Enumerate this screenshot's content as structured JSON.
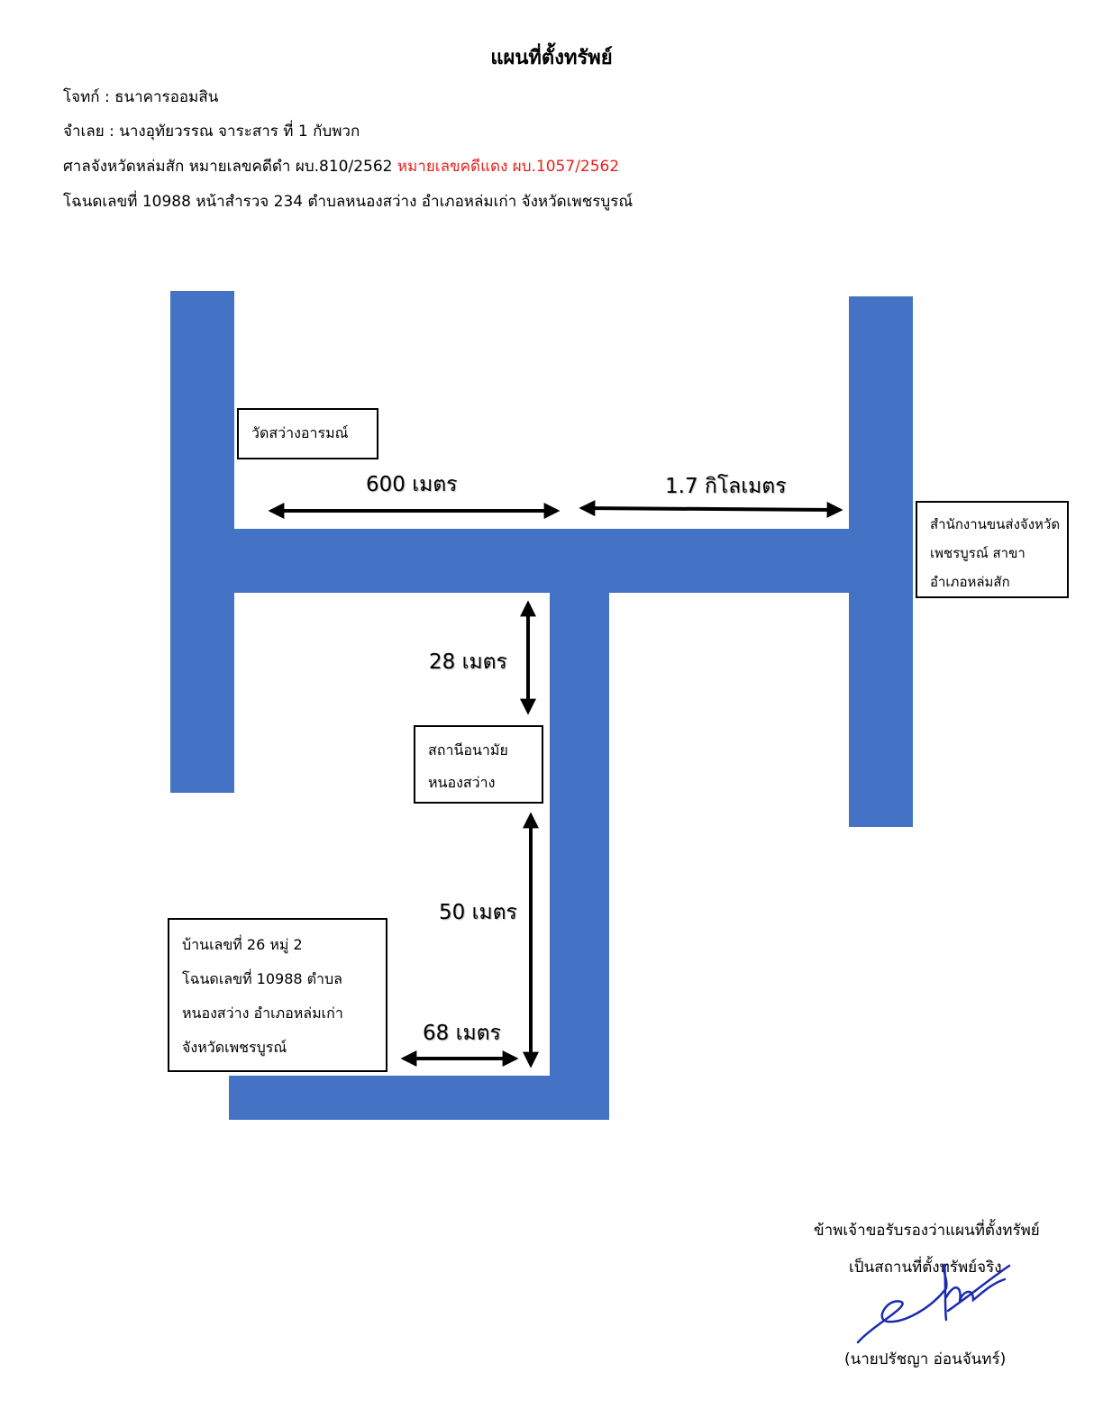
{
  "title": "แผนที่ตั้งทรัพย์",
  "header": {
    "plaintiff": "โจทก์ : ธนาคารออมสิน",
    "defendant": "จำเลย : นางอุทัยวรรณ จาระสาร ที่ 1 กับพวก",
    "court": "ศาลจังหวัดหล่มสัก  หมายเลขคดีดำ ผบ.810/2562",
    "red_case": "หมายเลขคดีแดง ผบ.1057/2562",
    "deed": "โฉนดเลขที่ 10988  หน้าสำรวจ 234 ตำบลหนองสว่าง อำเภอหล่มเก่า จังหวัดเพชรบูรณ์"
  },
  "map": {
    "road_color": "#4472c4",
    "labels": {
      "temple": "วัดสว่างอารมณ์",
      "transport_office": [
        "สำนักงานขนส่งจังหวัด",
        "เพชรบูรณ์ สาขา",
        "อำเภอหล่มสัก"
      ],
      "health_station": [
        "สถานีอนามัย",
        "หนองสว่าง"
      ],
      "property": [
        "บ้านเลขที่ 26 หมู่ 2",
        "โฉนดเลขที่ 10988  ตำบล",
        "หนองสว่าง อำเภอหล่มเก่า",
        "จังหวัดเพชรบูรณ์"
      ]
    },
    "distances": {
      "d600": "600 เมตร",
      "d1_7": "1.7 กิโลเมตร",
      "d28": "28 เมตร",
      "d50": "50 เมตร",
      "d68": "68 เมตร"
    }
  },
  "certification": {
    "line1": "ข้าพเจ้าขอรับรองว่าแผนที่ตั้งทรัพย์",
    "line2": "เป็นสถานที่ตั้งทรัพย์จริง",
    "name": "(นายปรัชญา อ่อนจันทร์)",
    "signature_color": "#1a2bb0"
  }
}
